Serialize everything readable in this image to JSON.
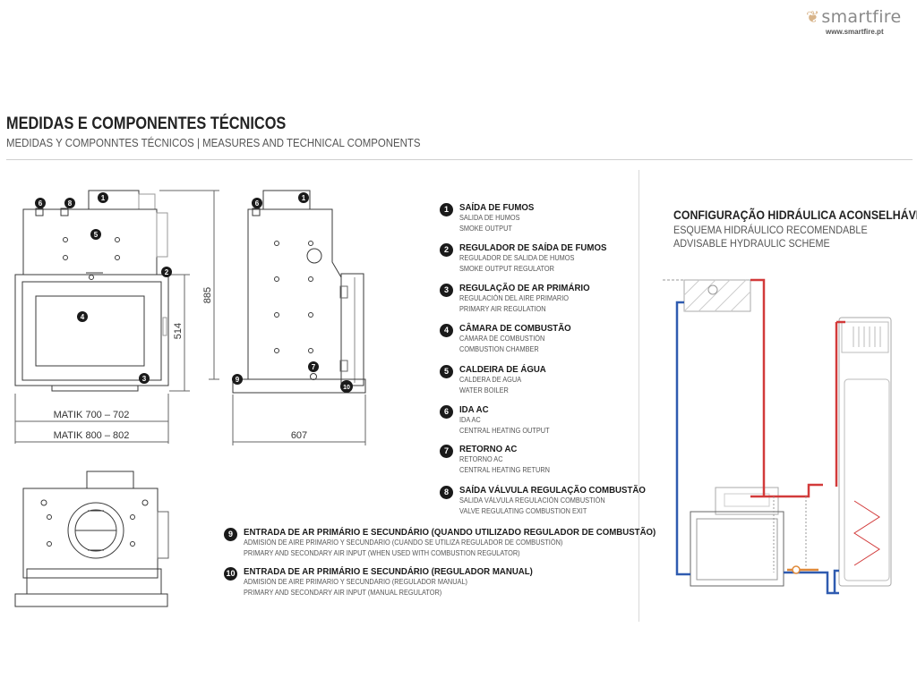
{
  "brand": {
    "name": "smartfire",
    "url": "www.smartfire.pt",
    "accent": "#d8b48a"
  },
  "header": {
    "title": "MEDIDAS E COMPONENTES TÉCNICOS",
    "subtitle": "MEDIDAS Y COMPONNTES TÉCNICOS | MEASURES AND TECHNICAL COMPONENTS"
  },
  "drawing": {
    "dim_height_total": "885",
    "dim_height_front": "514",
    "dim_width_700": "MATIK 700 – 702",
    "dim_width_800": "MATIK 800 – 802",
    "dim_depth": "607"
  },
  "legend": [
    {
      "num": "1",
      "pt": "SAÍDA DE FUMOS",
      "es": "SALIDA DE HUMOS",
      "en": "SMOKE OUTPUT"
    },
    {
      "num": "2",
      "pt": "REGULADOR DE SAÍDA DE FUMOS",
      "es": "REGULADOR DE SALIDA DE HUMOS",
      "en": "SMOKE OUTPUT REGULATOR"
    },
    {
      "num": "3",
      "pt": "REGULAÇÃO DE AR PRIMÁRIO",
      "es": "REGULACIÓN DEL AIRE PRIMARIO",
      "en": "PRIMARY AIR REGULATION"
    },
    {
      "num": "4",
      "pt": "CÂMARA DE COMBUSTÃO",
      "es": "CÁMARA DE COMBUSTIÓN",
      "en": "COMBUSTION CHAMBER"
    },
    {
      "num": "5",
      "pt": "CALDEIRA DE ÁGUA",
      "es": "CALDERA DE AGUA",
      "en": "WATER BOILER"
    },
    {
      "num": "6",
      "pt": "IDA AC",
      "es": "IDA AC",
      "en": "CENTRAL HEATING OUTPUT"
    },
    {
      "num": "7",
      "pt": "RETORNO AC",
      "es": "RETORNO AC",
      "en": "CENTRAL HEATING RETURN"
    },
    {
      "num": "8",
      "pt": "SAÍDA VÁLVULA REGULAÇÃO COMBUSTÃO",
      "es": "SALIDA VÁLVULA REGULACIÓN COMBUSTIÓN",
      "en": "VALVE REGULATING COMBUSTION EXIT"
    },
    {
      "num": "9",
      "pt": "ENTRADA DE AR PRIMÁRIO E SECUNDÁRIO (QUANDO UTILIZADO REGULADOR DE COMBUSTÃO)",
      "es": "ADMISIÓN DE AIRE PRIMARIO Y SECUNDARIO (CUANDO SE UTILIZA REGULADOR DE COMBUSTIÓN)",
      "en": "PRIMARY AND SECONDARY AIR INPUT (WHEN USED WITH COMBUSTION REGULATOR)"
    },
    {
      "num": "10",
      "pt": "ENTRADA DE AR PRIMÁRIO E SECUNDÁRIO (REGULADOR MANUAL)",
      "es": "ADMISIÓN DE AIRE PRIMARIO Y SECUNDARIO (REGULADOR MANUAL)",
      "en": "PRIMARY AND SECONDARY AIR INPUT (MANUAL REGULATOR)"
    }
  ],
  "hydraulic": {
    "title": "CONFIGURAÇÃO HIDRÁULICA ACONSELHÁVEL",
    "sub_es": "ESQUEMA HIDRÁULICO RECOMENDABLE",
    "sub_en": "ADVISABLE HYDRAULIC SCHEME",
    "hot_color": "#d23a3a",
    "cold_color": "#2f5bb0"
  }
}
